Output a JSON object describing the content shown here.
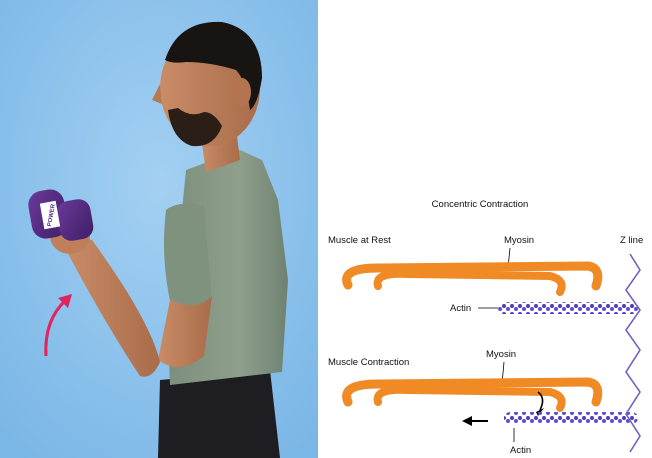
{
  "photo": {
    "dumbbell_brand": "POWER",
    "background_color": "#8cc3ec",
    "arrow_color": "#e0245e",
    "dumbbell_color": "#5b2d86"
  },
  "diagram": {
    "title": "Concentric Contraction",
    "rest": {
      "heading": "Muscle at Rest",
      "myosin_label": "Myosin",
      "actin_label": "Actin"
    },
    "contraction": {
      "heading": "Muscle Contraction",
      "myosin_label": "Myosin",
      "actin_label": "Actin"
    },
    "z_line_label": "Z line",
    "myosin_color": "#f08a24",
    "actin_color": "#4a3fb5",
    "z_line_color": "#7a5fc0"
  }
}
